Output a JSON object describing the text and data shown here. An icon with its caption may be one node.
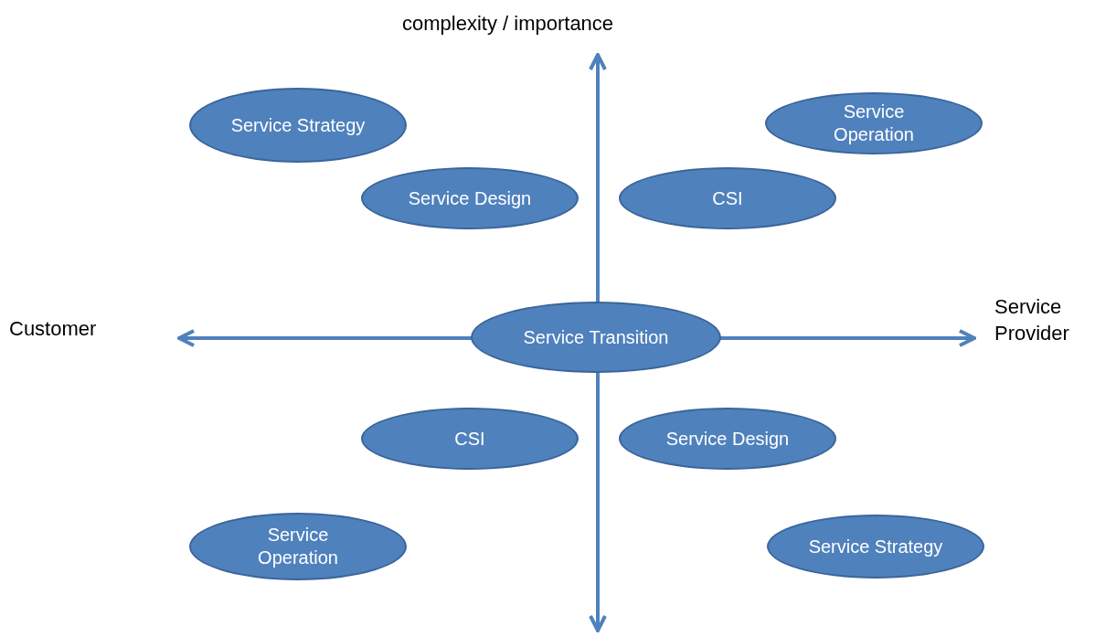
{
  "diagram": {
    "nodes": [
      {
        "text": [
          "Service Strategy"
        ]
      },
      {
        "text": [
          "Service Operation"
        ]
      },
      {
        "text": [
          "Service Design"
        ]
      },
      {
        "text": [
          "CSI"
        ]
      },
      {
        "text": [
          "Service Transition"
        ]
      },
      {
        "text": [
          "CSI"
        ]
      },
      {
        "text": [
          "Service Design"
        ]
      },
      {
        "text": [
          "Service Operation"
        ]
      },
      {
        "text": [
          "Service Strategy"
        ]
      }
    ],
    "labels": [
      "complexity / importance",
      "Customer",
      "Service Provider"
    ]
  }
}
